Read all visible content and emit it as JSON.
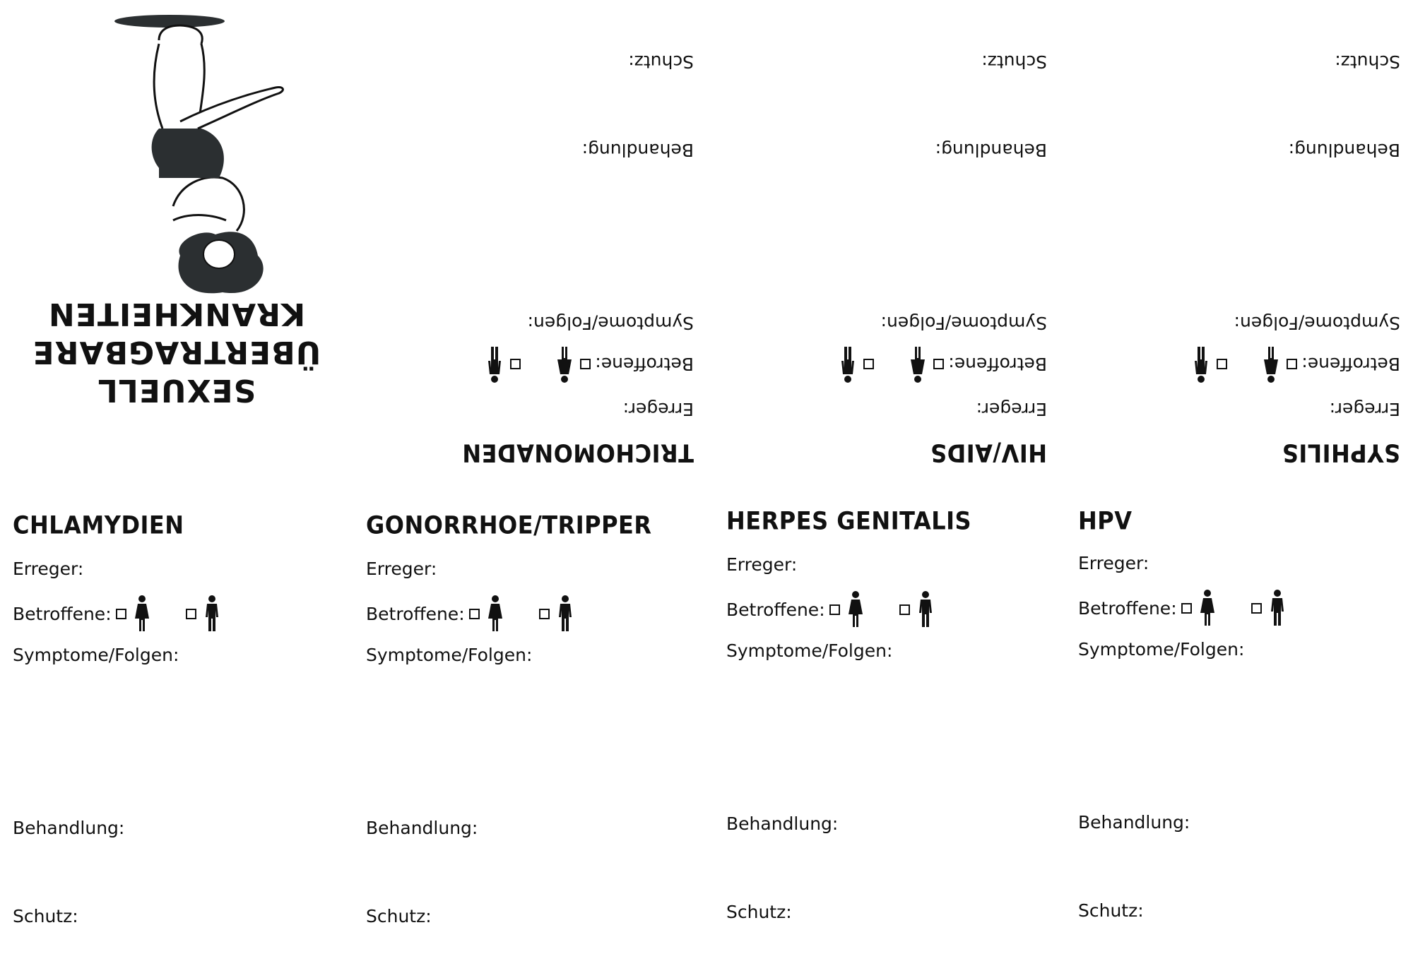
{
  "cover": {
    "title_line1": "SEXUELL",
    "title_line2": "ÜBERTRAGBARE",
    "title_line3": "KRANKHEITEN"
  },
  "labels": {
    "erreger": "Erreger:",
    "betroffene": "Betroffene:",
    "symptome": "Symptome/Folgen:",
    "behandlung": "Behandlung:",
    "schutz": "Schutz:"
  },
  "top_panels": [
    {
      "title": "TRICHOMONADEN"
    },
    {
      "title": "HIV/AIDS"
    },
    {
      "title": "SYPHILIS"
    }
  ],
  "bottom_panels": [
    {
      "title": "CHLAMYDIEN"
    },
    {
      "title": "GONORRHOE/TRIPPER"
    },
    {
      "title": "HERPES GENITALIS"
    },
    {
      "title": "HPV"
    }
  ],
  "icons": {
    "female": "female-person-icon",
    "male": "male-person-icon",
    "checkbox": "checkbox-icon"
  },
  "colors": {
    "ink": "#111111",
    "illustration_fill": "#2b2f31",
    "background": "#ffffff"
  }
}
